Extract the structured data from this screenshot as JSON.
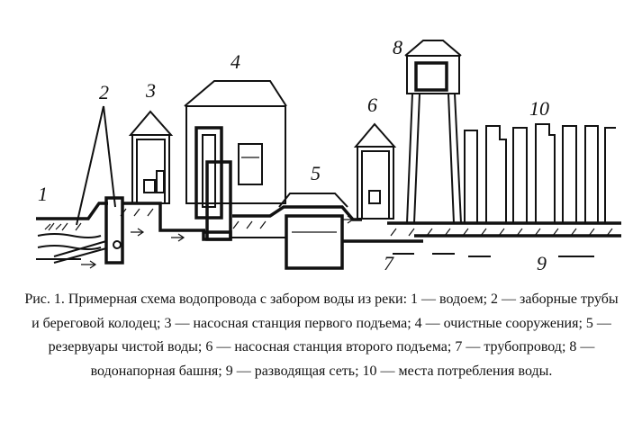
{
  "diagram": {
    "labels": [
      "1",
      "2",
      "3",
      "4",
      "5",
      "6",
      "7",
      "8",
      "9",
      "10"
    ]
  },
  "caption": "Рис. 1. Примерная схема водопровода с забором воды из реки: 1 — водоем; 2 — заборные трубы и береговой колодец; 3 — насосная станция первого подъема; 4 — очистные сооружения; 5 — резервуары чистой воды; 6 — насосная станция второго подъема; 7 — трубопровод; 8 — водонапорная башня; 9 — разводящая сеть; 10 — места потребления воды."
}
